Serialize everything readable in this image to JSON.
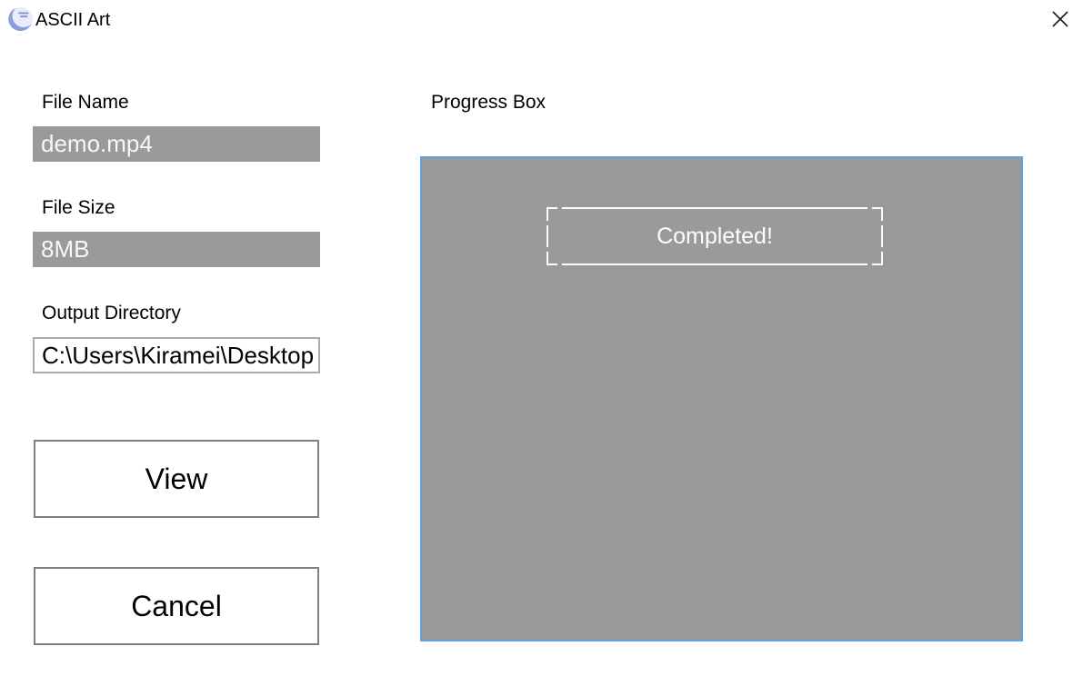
{
  "window": {
    "title": "ASCII Art",
    "icons": {
      "app_icon": "crescent-moon-logo",
      "close_icon": "x-cross"
    }
  },
  "form": {
    "file_name": {
      "label": "File Name",
      "value": "demo.mp4"
    },
    "file_size": {
      "label": "File Size",
      "value": "8MB"
    },
    "output_directory": {
      "label": "Output Directory",
      "value": "C:\\Users\\Kiramei\\Desktop"
    },
    "buttons": {
      "view": "View",
      "cancel": "Cancel"
    }
  },
  "progress": {
    "label": "Progress Box",
    "status": "Completed!"
  },
  "colors": {
    "field_gray": "#9A9A9A",
    "progress_fill_gray": "#9A9A9A",
    "progress_border_blue": "#63A0DC",
    "button_border_gray": "#7F7F7F",
    "input_border_gray": "#ABABAB",
    "field_text": "#F7F7F7",
    "status_text": "#FDFDFD",
    "background": "#FFFFFF",
    "text": "#000000"
  }
}
